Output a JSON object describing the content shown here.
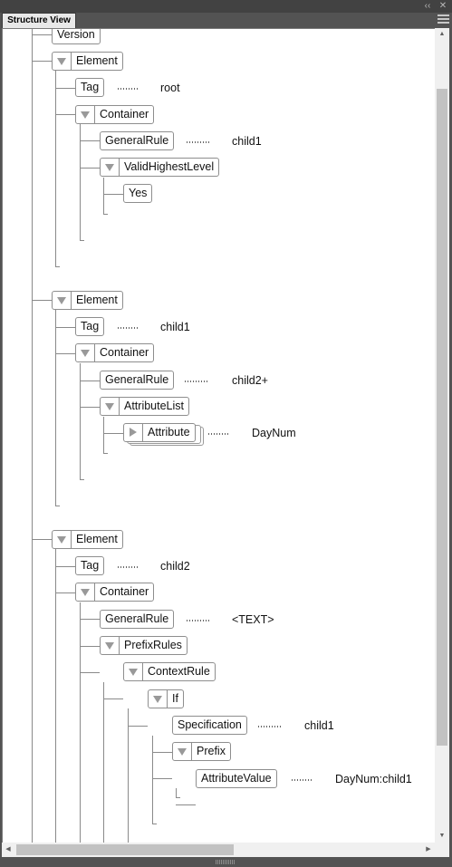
{
  "panel": {
    "tab_label": "Structure View",
    "collapse_glyph": "‹‹",
    "close_glyph": "✕",
    "scroll_up": "▲",
    "scroll_down": "▼",
    "scroll_left": "◀",
    "scroll_right": "▶"
  },
  "tree": {
    "version": "Version",
    "block1": {
      "element": "Element",
      "tag": "Tag",
      "tag_value": "root",
      "container": "Container",
      "general_rule": "GeneralRule",
      "general_rule_value": "child1",
      "valid_highest_level": "ValidHighestLevel",
      "yes": "Yes"
    },
    "block2": {
      "element": "Element",
      "tag": "Tag",
      "tag_value": "child1",
      "container": "Container",
      "general_rule": "GeneralRule",
      "general_rule_value": "child2+",
      "attribute_list": "AttributeList",
      "attribute": "Attribute",
      "attribute_value": "DayNum"
    },
    "block3": {
      "element": "Element",
      "tag": "Tag",
      "tag_value": "child2",
      "container": "Container",
      "general_rule": "GeneralRule",
      "general_rule_value": "<TEXT>",
      "prefix_rules": "PrefixRules",
      "context_rule": "ContextRule",
      "if": "If",
      "specification": "Specification",
      "specification_value": "child1",
      "prefix": "Prefix",
      "attribute_value_node": "AttributeValue",
      "attribute_value_value": "DayNum:child1"
    }
  },
  "colors": {
    "panel_bg": "#535353",
    "canvas_bg": "#ffffff",
    "node_border": "#8e8e8e",
    "connector": "#8a8a8a"
  }
}
